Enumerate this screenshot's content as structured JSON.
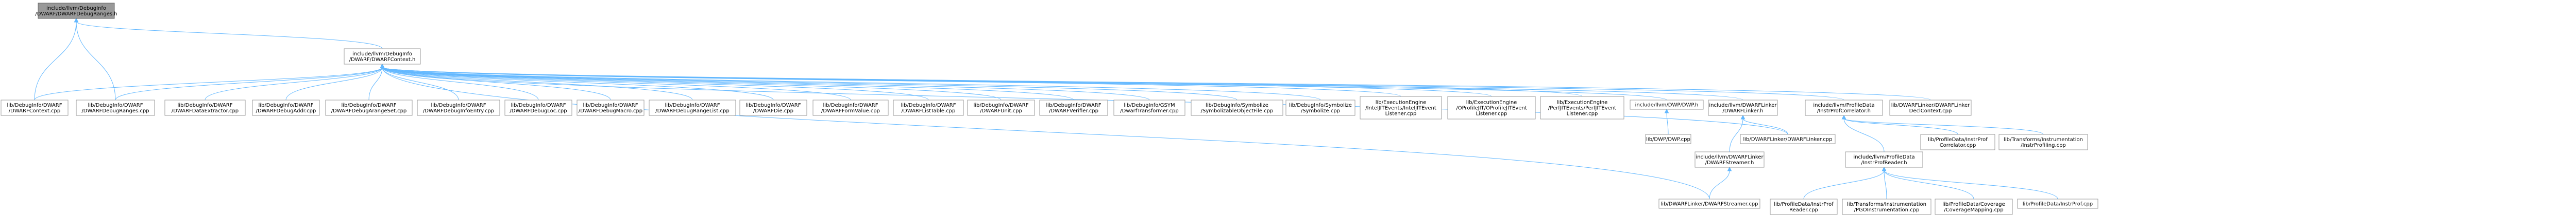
{
  "title": "include/llvm/DebugInfo/DWARF/DWARFDebugRanges.h",
  "colors": {
    "edge": "#63b8ff",
    "node_border": "#999999",
    "root_fill": "#999999",
    "node_fill": "#ffffff",
    "text": "#000000"
  },
  "nodes": [
    {
      "id": "root",
      "lines": [
        "include/llvm/DebugInfo",
        "/DWARF/DWARFDebugRanges.h"
      ],
      "root": true
    },
    {
      "id": "ctx",
      "lines": [
        "include/llvm/DebugInfo",
        "/DWARF/DWARFContext.h"
      ]
    },
    {
      "id": "n_ctx_cpp",
      "lines": [
        "lib/DebugInfo/DWARF",
        "/DWARFContext.cpp"
      ]
    },
    {
      "id": "n_ranges_cpp",
      "lines": [
        "lib/DebugInfo/DWARF",
        "/DWARFDebugRanges.cpp"
      ]
    },
    {
      "id": "n_dataext",
      "lines": [
        "lib/DebugInfo/DWARF",
        "/DWARFDataExtractor.cpp"
      ]
    },
    {
      "id": "n_addr",
      "lines": [
        "lib/DebugInfo/DWARF",
        "/DWARFDebugAddr.cpp"
      ]
    },
    {
      "id": "n_arangeset",
      "lines": [
        "lib/DebugInfo/DWARF",
        "/DWARFDebugArangeSet.cpp"
      ]
    },
    {
      "id": "n_arangeentry",
      "lines": [
        "lib/DebugInfo/DWARF",
        "/DWARFDebugInfoEntry.cpp"
      ]
    },
    {
      "id": "n_loc",
      "lines": [
        "lib/DebugInfo/DWARF",
        "/DWARFDebugLoc.cpp"
      ]
    },
    {
      "id": "n_macro",
      "lines": [
        "lib/DebugInfo/DWARF",
        "/DWARFDebugMacro.cpp"
      ]
    },
    {
      "id": "n_rnglist",
      "lines": [
        "lib/DebugInfo/DWARF",
        "/DWARFDebugRangeList.cpp"
      ]
    },
    {
      "id": "n_die",
      "lines": [
        "lib/DebugInfo/DWARF",
        "/DWARFDie.cpp"
      ]
    },
    {
      "id": "n_form",
      "lines": [
        "lib/DebugInfo/DWARF",
        "/DWARFFormValue.cpp"
      ]
    },
    {
      "id": "n_listtable",
      "lines": [
        "lib/DebugInfo/DWARF",
        "/DWARFListTable.cpp"
      ]
    },
    {
      "id": "n_unit",
      "lines": [
        "lib/DebugInfo/DWARF",
        "/DWARFUnit.cpp"
      ]
    },
    {
      "id": "n_verifier",
      "lines": [
        "lib/DebugInfo/DWARF",
        "/DWARFVerifier.cpp"
      ]
    },
    {
      "id": "n_gsym",
      "lines": [
        "lib/DebugInfo/GSYM",
        "/DwarfTransformer.cpp"
      ]
    },
    {
      "id": "n_symobj",
      "lines": [
        "lib/DebugInfo/Symbolize",
        "/SymbolizableObjectFile.cpp"
      ]
    },
    {
      "id": "n_symbolize",
      "lines": [
        "lib/DebugInfo/Symbolize",
        "/Symbolize.cpp"
      ]
    },
    {
      "id": "n_intel",
      "lines": [
        "lib/ExecutionEngine",
        "/IntelJITEvents/IntelJITEvent",
        "Listener.cpp"
      ]
    },
    {
      "id": "n_oprof",
      "lines": [
        "lib/ExecutionEngine",
        "/OProfileJIT/OProfileJITEvent",
        "Listener.cpp"
      ]
    },
    {
      "id": "n_perf",
      "lines": [
        "lib/ExecutionEngine",
        "/PerfJITEvents/PerfJITEvent",
        "Listener.cpp"
      ]
    },
    {
      "id": "n_dwp_h",
      "lines": [
        "include/llvm/DWP/DWP.h"
      ]
    },
    {
      "id": "n_linker_h",
      "lines": [
        "include/llvm/DWARFLinker",
        "/DWARFLinker.h"
      ]
    },
    {
      "id": "n_correlator_h",
      "lines": [
        "include/llvm/ProfileData",
        "/InstrProfCorrelator.h"
      ]
    },
    {
      "id": "n_declctx",
      "lines": [
        "lib/DWARFLinker/DWARFLinker",
        "DeclContext.cpp"
      ]
    },
    {
      "id": "n_dwp_cpp",
      "lines": [
        "lib/DWP/DWP.cpp"
      ]
    },
    {
      "id": "n_streamer_h",
      "lines": [
        "include/llvm/DWARFLinker",
        "/DWARFStreamer.h"
      ]
    },
    {
      "id": "n_linker_cpp",
      "lines": [
        "lib/DWARFLinker/DWARFLinker.cpp"
      ]
    },
    {
      "id": "n_reader_h",
      "lines": [
        "include/llvm/ProfileData",
        "/InstrProfReader.h"
      ]
    },
    {
      "id": "n_correlator_cpp",
      "lines": [
        "lib/ProfileData/InstrProf",
        "Correlator.cpp"
      ]
    },
    {
      "id": "n_instrprofiling",
      "lines": [
        "lib/Transforms/Instrumentation",
        "/InstrProfiling.cpp"
      ]
    },
    {
      "id": "n_streamer_cpp",
      "lines": [
        "lib/DWARFLinker/DWARFStreamer.cpp"
      ]
    },
    {
      "id": "n_reader_cpp",
      "lines": [
        "lib/ProfileData/InstrProf",
        "Reader.cpp"
      ]
    },
    {
      "id": "n_pgo",
      "lines": [
        "lib/Transforms/Instrumentation",
        "/PGOInstrumentation.cpp"
      ]
    },
    {
      "id": "n_covmap",
      "lines": [
        "lib/ProfileData/Coverage",
        "/CoverageMapping.cpp"
      ]
    },
    {
      "id": "n_instrprof_cpp",
      "lines": [
        "lib/ProfileData/InstrProf.cpp"
      ]
    }
  ]
}
